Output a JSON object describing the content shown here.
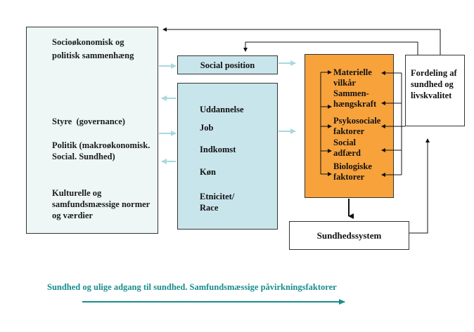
{
  "context_box": {
    "heading": "Socioøkonomisk og politisk sammenhæng",
    "governance": "Styre  (governance)",
    "policy": "Politik (makroøkonomisk. Social. Sundhed)",
    "culture": "Kulturelle og samfundsmæssige normer og værdier"
  },
  "social_position": "Social position",
  "stratifiers": [
    "Uddannelse",
    "Job",
    "Indkomst",
    "Køn",
    "Etnicitet/ Race"
  ],
  "intermediary": [
    "Materielle vilkår",
    "Sammen-hængskraft",
    "Psykosociale faktorer",
    "Social adfærd",
    "Biologiske faktorer"
  ],
  "distribution": "Fordeling af sundhed og livskvalitet",
  "health_system": "Sundhedssystem",
  "caption": "Sundhed og ulige adgang til sundhed. Samfundsmæssige påvirkningsfaktorer",
  "colors": {
    "context_fill": "#eef6f6",
    "stratifier_fill": "#c9e5ec",
    "intermediary_fill": "#f8a23c",
    "light_arrow": "#a8d8e0",
    "caption_teal": "#1a8c8c"
  }
}
